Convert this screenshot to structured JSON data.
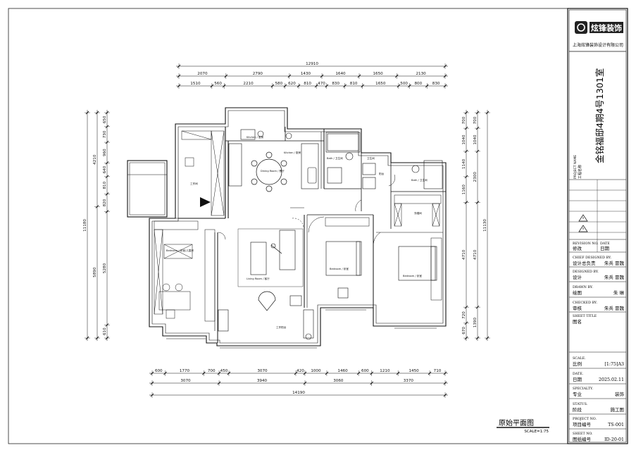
{
  "title_block": {
    "company": "上海炫锋装饰设计有限公司",
    "logo_text": "炫锋装饰",
    "project_name": "金铭福邸4期4号1301室",
    "project_name_label_en": "PROJECT NAME",
    "project_name_label_cn": "工程名称",
    "revision_no_label": "REVISION NO.",
    "revision_no_cn": "修改",
    "date_label": "DATE",
    "date_cn": "日期",
    "chief_designed_label": "CHIEF DESIGNED BY.",
    "chief_designed_cn": "设计总负责",
    "chief_designed_value": "朱兵 冒魏",
    "designed_label": "DESIGNED BY.",
    "designed_cn": "设计",
    "designed_value": "朱兵 冒魏",
    "drawn_label": "DRAWN BY.",
    "drawn_cn": "绘图",
    "drawn_value": "朱 琳",
    "checked_label": "CHECKED BY.",
    "checked_cn": "审核",
    "checked_value": "朱兵 冒魏",
    "sheet_title_label": "SHEET TITLE",
    "sheet_title_cn": "图名",
    "scale_label": "SCALE.",
    "scale_cn": "比例",
    "scale_value": "[1:75]A3",
    "date2_label": "DATE.",
    "date2_cn": "日期",
    "date2_value": "2025.02.11",
    "specialty_label": "SPECIALTY.",
    "specialty_cn": "专业",
    "specialty_value": "装饰",
    "status_label": "STATUS.",
    "status_cn": "阶段",
    "status_value": "施工图",
    "project_no_label": "PROJECT NO.",
    "project_no_cn": "项目编号",
    "project_no_value": "TS-001",
    "sheet_no_label": "SHEET NO.",
    "sheet_no_cn": "图纸编号",
    "sheet_no_value": "ID-20-01"
  },
  "drawing": {
    "title": "原始平面图",
    "scale": "SCALE=1:75"
  },
  "dims": {
    "top_total": "12910",
    "top_row1": [
      "2070",
      "2790",
      "1430",
      "1640",
      "1650",
      "2130"
    ],
    "top_row2": [
      "1510",
      "560",
      "2210",
      "580",
      "620",
      "810",
      "470",
      "830",
      "810",
      "1650",
      "500",
      "800",
      "830"
    ],
    "bottom_row1": [
      "600",
      "1770",
      "700",
      "450",
      "3070",
      "420",
      "1000",
      "1460",
      "600",
      "1210",
      "1450",
      "710"
    ],
    "bottom_row2": [
      "3070",
      "3940",
      "3060",
      "3370"
    ],
    "bottom_total": "14190",
    "left_total": "11180",
    "left_row1": [
      "4210",
      "5890"
    ],
    "left_row2": [
      "650",
      "730",
      "960",
      "640",
      "810",
      "820",
      "5280",
      "610"
    ],
    "right_total": "11130",
    "right_row1": [
      "700",
      "1040",
      "2300",
      "4710",
      "1390"
    ],
    "right_row2": [
      "700",
      "1040",
      "1140",
      "1160",
      "4710",
      "720",
      "670"
    ]
  },
  "rooms": {
    "kitchen_small": "Kitchen / 厨房",
    "kitchen": "Kitchen / 厨房",
    "bath1": "Bath / 卫生间",
    "bath2": "Bath / 卫生间",
    "dining": "Dining Room / 餐厅",
    "study": "工作间",
    "bedroom_left": "Bedroom / 卧室/儿童房",
    "living": "Living Room / 客厅",
    "bedroom_mid": "Bedroom / 卧室",
    "bedroom_right": "Bedroom / 卧室",
    "closet": "衣帽间",
    "balcony": "阳台",
    "laundry": "工作阳台",
    "wash": "卫生间"
  }
}
